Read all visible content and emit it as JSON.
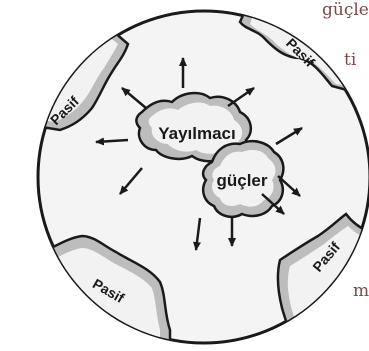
{
  "text_fragments": [
    "güçle-",
    "ti",
    "m"
  ],
  "diagram": {
    "center_label_line1": "Yayılmacı",
    "center_label_line2": "güçler",
    "passive_label": "Pasif",
    "colors": {
      "outline": "#1a1a1a",
      "fill_light": "#f2f2f2",
      "fill_shade": "#bdbdbd",
      "text_fragment": "#7a4a4a"
    }
  }
}
